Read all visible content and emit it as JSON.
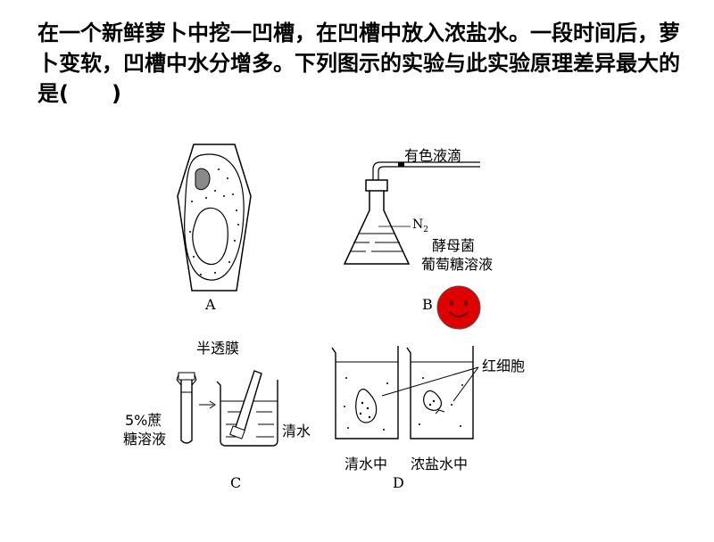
{
  "question": {
    "text": "在一个新鲜萝卜中挖一凹槽，在凹槽中放入浓盐水。一段时间后，萝卜变软，凹槽中水分增多。下列图示的实验与此实验原理差异最大的是(　　)"
  },
  "figures": {
    "a": {
      "label": "A"
    },
    "b": {
      "label": "B",
      "droplet_label": "有色液滴",
      "gas_label": "N",
      "gas_subscript": "2",
      "solution_label_1": "酵母菌",
      "solution_label_2": "葡萄糖溶液",
      "smiley_color": "#e00000"
    },
    "c": {
      "label": "C",
      "membrane_label": "半透膜",
      "tube_label_1": "5%蔗",
      "tube_label_2": "糖溶液",
      "beaker_label": "清水"
    },
    "d": {
      "label": "D",
      "cell_label": "红细胞",
      "left_beaker_label": "清水中",
      "right_beaker_label": "浓盐水中"
    }
  }
}
